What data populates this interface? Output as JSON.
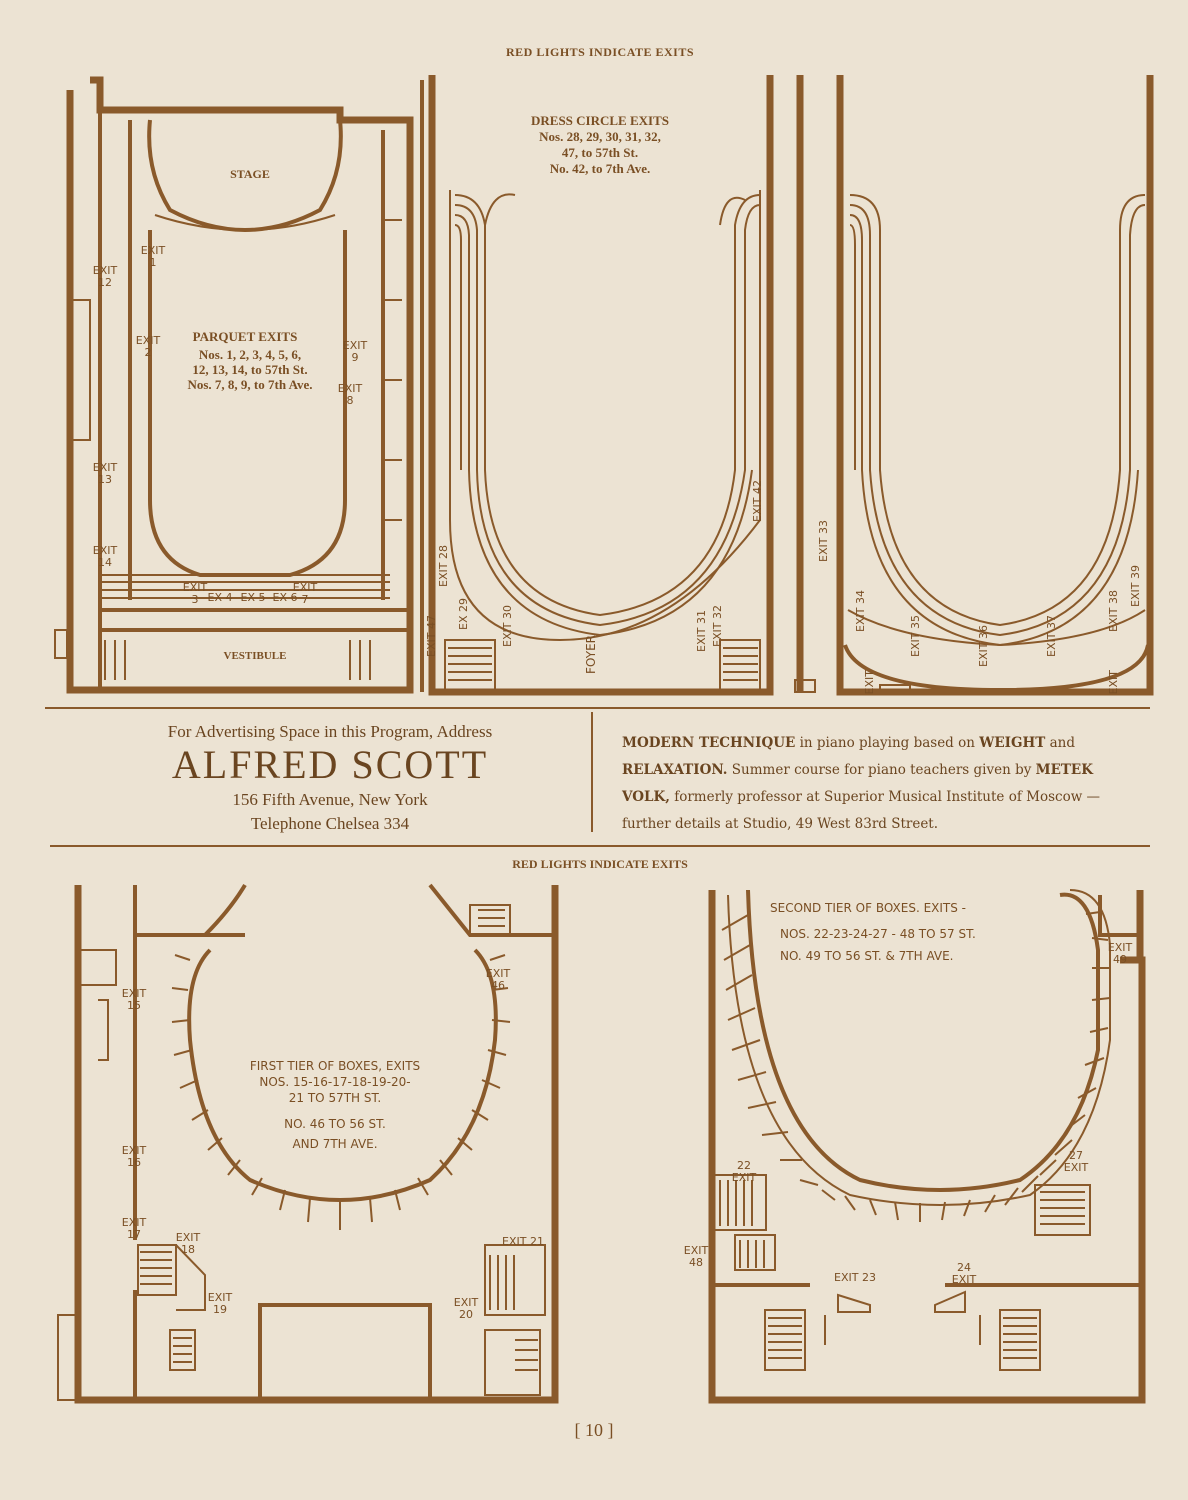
{
  "top_header": "RED LIGHTS INDICATE EXITS",
  "parquet": {
    "stage_label": "STAGE",
    "title": "PARQUET EXITS",
    "line1": "Nos. 1, 2, 3, 4, 5, 6,",
    "line2": "12, 13, 14, to 57th St.",
    "line3": "Nos. 7, 8, 9, to 7th Ave.",
    "vestibule_label": "VESTIBULE",
    "exits": [
      "EXIT 1",
      "EXIT 2",
      "EXIT 12",
      "EXIT 9",
      "EXIT 8",
      "EXIT 13",
      "EXIT 14",
      "EXIT 3",
      "EX 4",
      "EX 5",
      "EX 6",
      "EXIT 7"
    ]
  },
  "dress_circle": {
    "title": "DRESS CIRCLE EXITS",
    "line1": "Nos. 28, 29, 30, 31, 32,",
    "line2": "47, to 57th St.",
    "line3": "No. 42, to 7th Ave.",
    "foyer_label": "FOYER",
    "exits": [
      "EXIT 28",
      "EXIT 47",
      "EX 29",
      "EXIT 30",
      "EXIT 31",
      "EXIT 32",
      "EXIT 42"
    ]
  },
  "balcony": {
    "exits": [
      "EXIT 33",
      "EXIT 34",
      "EXIT 35",
      "EXIT 36",
      "EXIT 37",
      "EXIT 38",
      "EXIT 39",
      "EXIT",
      "EXIT"
    ]
  },
  "ad_left": {
    "line1": "For Advertising Space in this Program, Address",
    "name": "ALFRED SCOTT",
    "address": "156 Fifth Avenue, New York",
    "phone": "Telephone Chelsea 334"
  },
  "ad_right": {
    "b1": "MODERN TECHNIQUE",
    "t1": " in piano playing based on ",
    "b2": "WEIGHT",
    "t2": " and ",
    "b3": "RELAXATION.",
    "t3": " Summer course for piano teachers given by ",
    "b4": "METEK VOLK,",
    "t4": " formerly professor at Superior Musical Institute of Moscow —further details at Studio, 49 West 83rd Street."
  },
  "bottom_header": "RED LIGHTS INDICATE EXITS",
  "first_tier": {
    "line1": "FIRST TIER OF BOXES, EXITS",
    "line2": "NOS. 15-16-17-18-19-20-",
    "line3": "21 TO 57TH ST.",
    "line4": "NO. 46 TO 56 ST.",
    "line5": "AND 7TH AVE.",
    "exits": [
      "EXIT 15",
      "EXIT 16",
      "EXIT 17",
      "EXIT 18",
      "EXIT 19",
      "EXIT 20",
      "EXIT 21",
      "EXIT 46"
    ]
  },
  "second_tier": {
    "line1": "SECOND TIER OF BOXES. EXITS -",
    "line2": "NOS. 22-23-24-27 - 48 TO 57 ST.",
    "line3": "NO. 49 TO 56 ST. & 7TH AVE.",
    "exits": [
      "EXIT 49",
      "22 EXIT",
      "27 EXIT",
      "EXIT 48",
      "EXIT 23",
      "24 EXIT"
    ]
  },
  "page_number": "[ 10 ]"
}
